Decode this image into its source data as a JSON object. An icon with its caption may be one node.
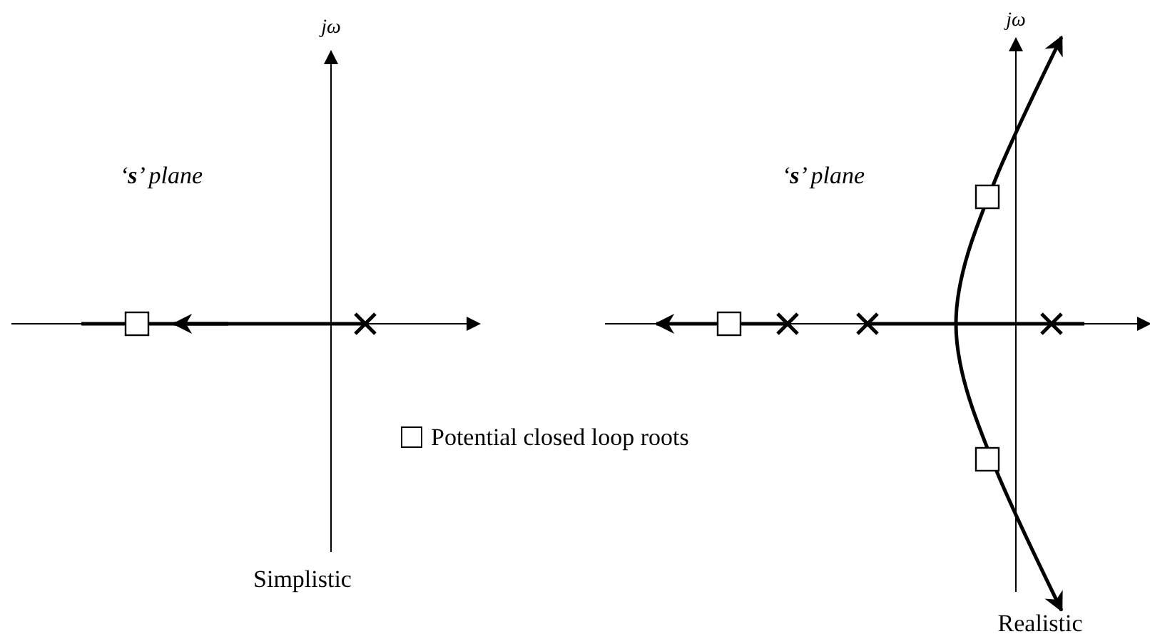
{
  "diagram": {
    "labels": [
      "jω",
      "‘**s**’ plane",
      "Simplistic",
      "jω",
      "‘**s**’ plane",
      "Realistic"
    ],
    "legend": [
      {
        "text": "Potential closed loop roots"
      }
    ]
  }
}
